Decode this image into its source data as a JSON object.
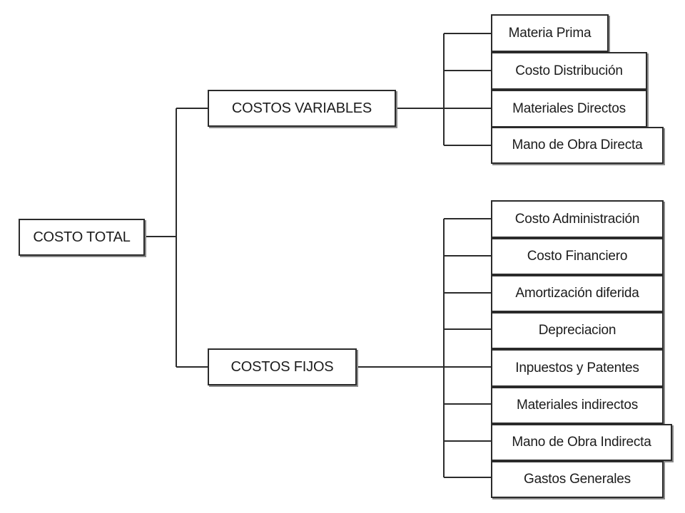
{
  "diagram": {
    "root": "COSTO TOTAL",
    "variables": {
      "label": "COSTOS VARIABLES",
      "items": [
        "Materia Prima",
        "Costo Distribución",
        "Materiales Directos",
        "Mano de Obra Directa"
      ]
    },
    "fijos": {
      "label": "COSTOS FIJOS",
      "items": [
        "Costo Administración",
        "Costo Financiero",
        "Amortización diferida",
        "Depreciacion",
        "Inpuestos y Patentes",
        "Materiales indirectos",
        "Mano de Obra Indirecta",
        "Gastos Generales"
      ]
    }
  },
  "colors": {
    "line": "#2b2b2b",
    "box_border": "#2b2b2b",
    "box_shadow": "#8a8a8a",
    "text": "#1c1c1c",
    "background": "#ffffff"
  }
}
